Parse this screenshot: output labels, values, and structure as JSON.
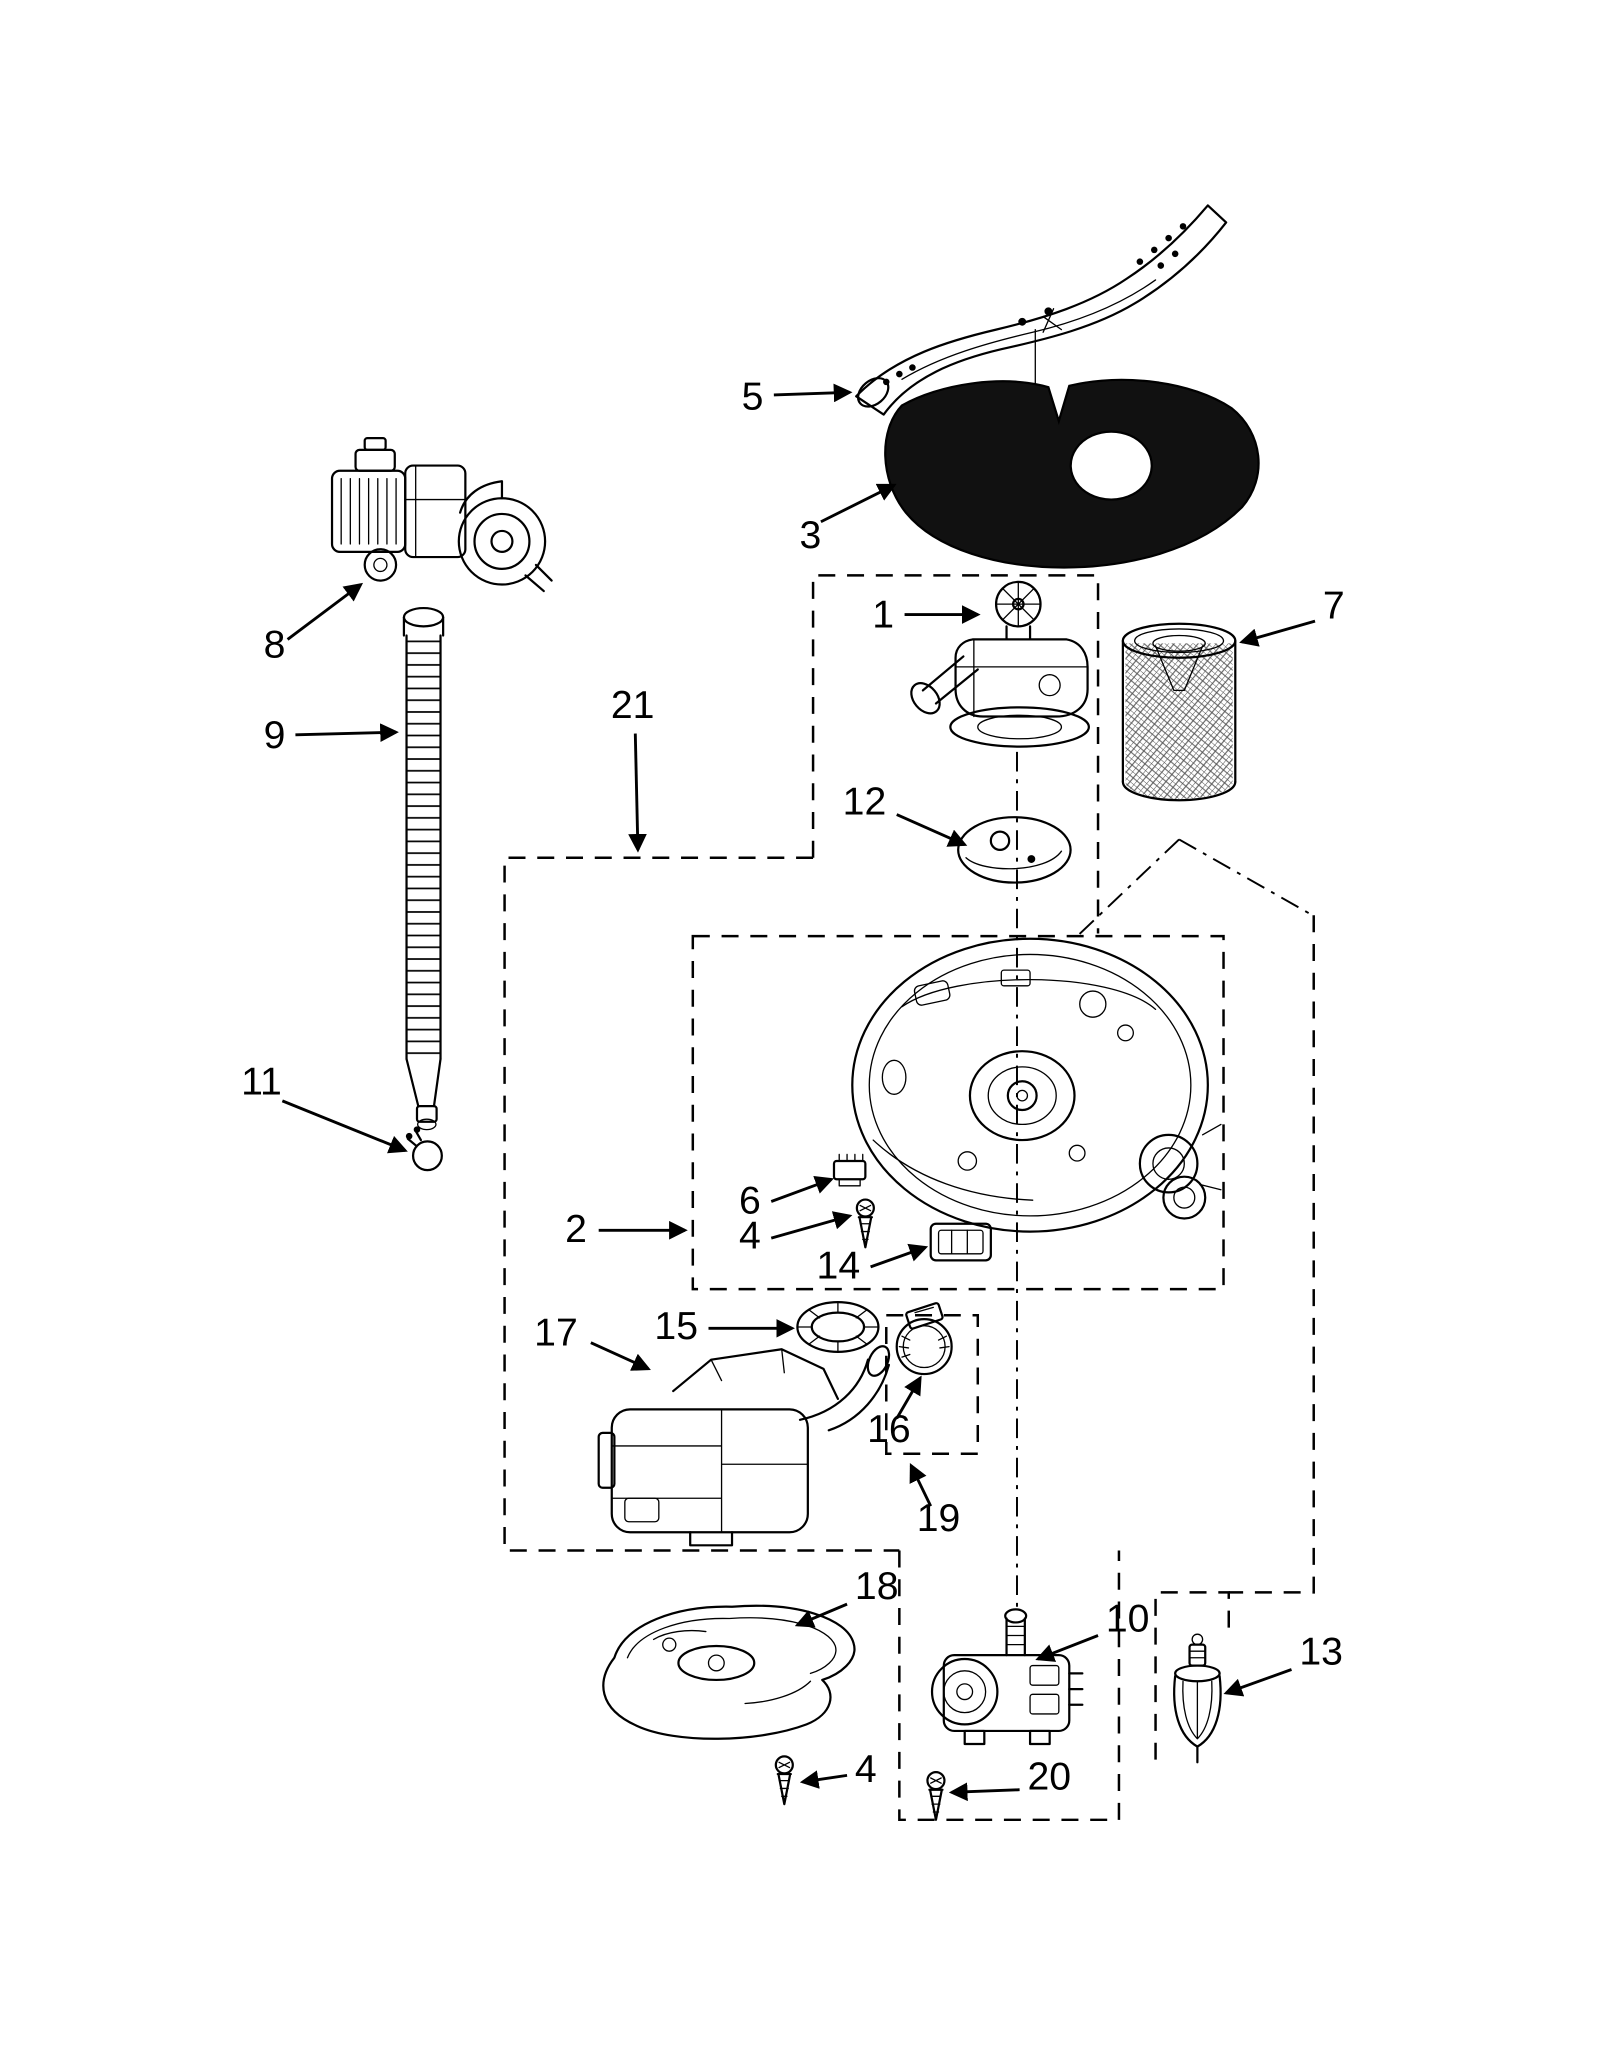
{
  "diagram": {
    "background": "#ffffff",
    "line_color": "#000000",
    "solid_part_fill": "#111111"
  },
  "callouts": [
    {
      "label": "1"
    },
    {
      "label": "2"
    },
    {
      "label": "3"
    },
    {
      "label": "4"
    },
    {
      "label": "4"
    },
    {
      "label": "5"
    },
    {
      "label": "6"
    },
    {
      "label": "7"
    },
    {
      "label": "8"
    },
    {
      "label": "9"
    },
    {
      "label": "10"
    },
    {
      "label": "11"
    },
    {
      "label": "12"
    },
    {
      "label": "13"
    },
    {
      "label": "14"
    },
    {
      "label": "15"
    },
    {
      "label": "16"
    },
    {
      "label": "17"
    },
    {
      "label": "18"
    },
    {
      "label": "19"
    },
    {
      "label": "20"
    },
    {
      "label": "21"
    }
  ]
}
